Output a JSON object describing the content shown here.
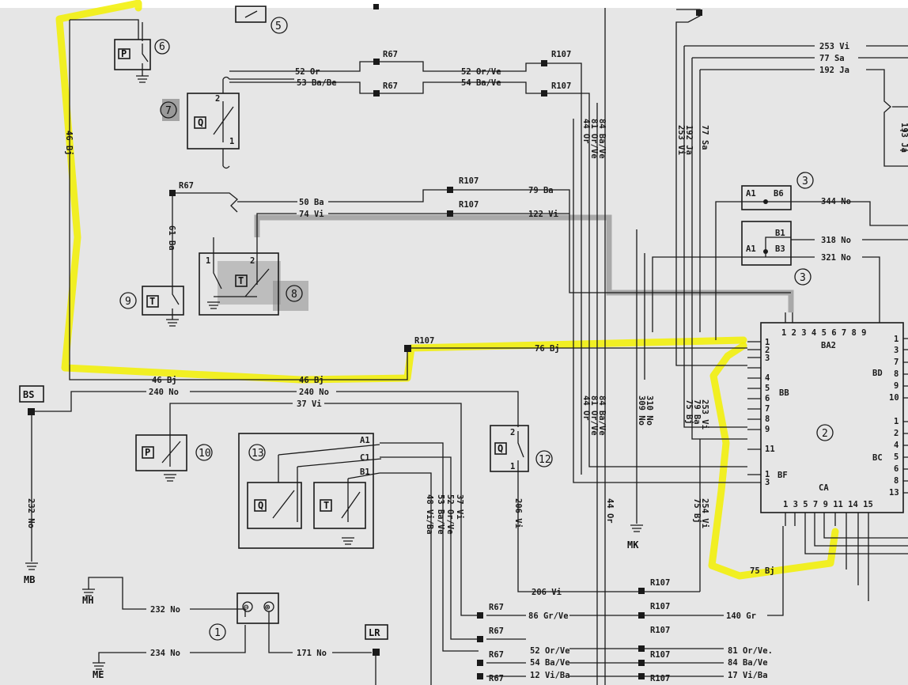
{
  "components": {
    "c1": "1",
    "c2": "2",
    "c3a": "3",
    "c3b": "3",
    "c5": "5",
    "c6": "6",
    "c7": "7",
    "c8": "8",
    "c9": "9",
    "c10": "10",
    "c12": "12",
    "c13": "13"
  },
  "symbols": {
    "p": "P",
    "q": "Q",
    "t": "T",
    "minus": "⊖",
    "plus": "⊕"
  },
  "connectors": {
    "bs": "BS",
    "lr": "LR",
    "mb": "MB",
    "mh": "MH",
    "me": "ME",
    "mk": "MK",
    "r67": "R67",
    "r107": "R107"
  },
  "ecu": {
    "ba2": "BA2",
    "bb": "BB",
    "bd": "BD",
    "bc": "BC",
    "bf": "BF",
    "ca": "CA",
    "top_pins": "1 2 3 4 5 6 7 8 9",
    "bottom_pins": "1 3 5 7 9 11 14 15",
    "bb_pins": [
      "1",
      "2",
      "3",
      "4",
      "5",
      "6",
      "7",
      "8",
      "9",
      "11"
    ],
    "bf_pins": [
      "1",
      "3"
    ],
    "right_pins": [
      "1",
      "3",
      "7",
      "8",
      "9",
      "10",
      "1",
      "2",
      "4",
      "5",
      "6",
      "8",
      "13"
    ]
  },
  "relays": {
    "r3a_a1": "A1",
    "r3a_b6": "B6",
    "r3b_a1": "A1",
    "r3b_b1": "B1",
    "r3b_b3": "B3"
  },
  "c13_pins": {
    "a1": "A1",
    "c1": "C1",
    "b1": "B1"
  },
  "pin_labels": {
    "p1": "1",
    "p2": "2"
  },
  "wires": {
    "w253vi": "253 Vi",
    "w77sa": "77 Sa",
    "w192ja": "192 Ja",
    "w52or": "52 Or",
    "w53babe": "53 Ba/Be",
    "w52orve": "52 Or/Ve",
    "w54bave": "54 Ba/Ve",
    "w46bj_v": "46 Bj",
    "w50ba": "50 Ba",
    "w74vi": "74 Vi",
    "w79ba": "79 Ba",
    "w122vi": "122 Vi",
    "w61ba": "61 Ba",
    "w76bj": "76 Bj",
    "w46bj_a": "46 Bj",
    "w46bj_b": "46 Bj",
    "w240no_a": "240 No",
    "w240no_b": "240 No",
    "w37vi": "37 Vi",
    "w344no": "344 No",
    "w318no": "318 No",
    "w321no": "321 No",
    "v44or": "44 Or",
    "v81orve": "81 Or/Ve",
    "v84bave": "84 Ba/Ve",
    "v253vi": "253 Vi",
    "v192ja": "192 Ja",
    "v77sa": "77 Sa",
    "v193ja": "193 Ja",
    "v44or_b": "44 Or",
    "v81orve_b": "81 Or/Ve",
    "v84bave_b": "84 Ba/Ve",
    "v310no": "310 No",
    "v309no": "309 No",
    "v75bj": "75 Bj",
    "v79ba": "79 Ba",
    "v253vi_b": "253 Vi",
    "v75bj_b": "75 Bj",
    "v254vi": "254 Vi",
    "v206vi": "206 Vi",
    "v44or_c": "44 Or",
    "v37vi": "37 Vi",
    "v52orve": "52 Or/Ve",
    "v53babe": "53 Ba/Ve",
    "v48viba": "48 Vi/Ba",
    "v232no": "232 No",
    "w75bj": "75 Bj",
    "w206vi": "206 Vi",
    "w86grve": "86 Gr/Ve",
    "w140gr": "140 Gr",
    "w232no": "232 No",
    "w234no": "234 No",
    "w171no": "171 No",
    "w52orve_b": "52 Or/Ve",
    "w54bave_b": "54 Ba/Ve",
    "w12viba": "12 Vi/Ba",
    "w81orve": "81 Or/Ve.",
    "w84bave": "84 Ba/Ve",
    "w17viba": "17 Vi/Ba"
  }
}
